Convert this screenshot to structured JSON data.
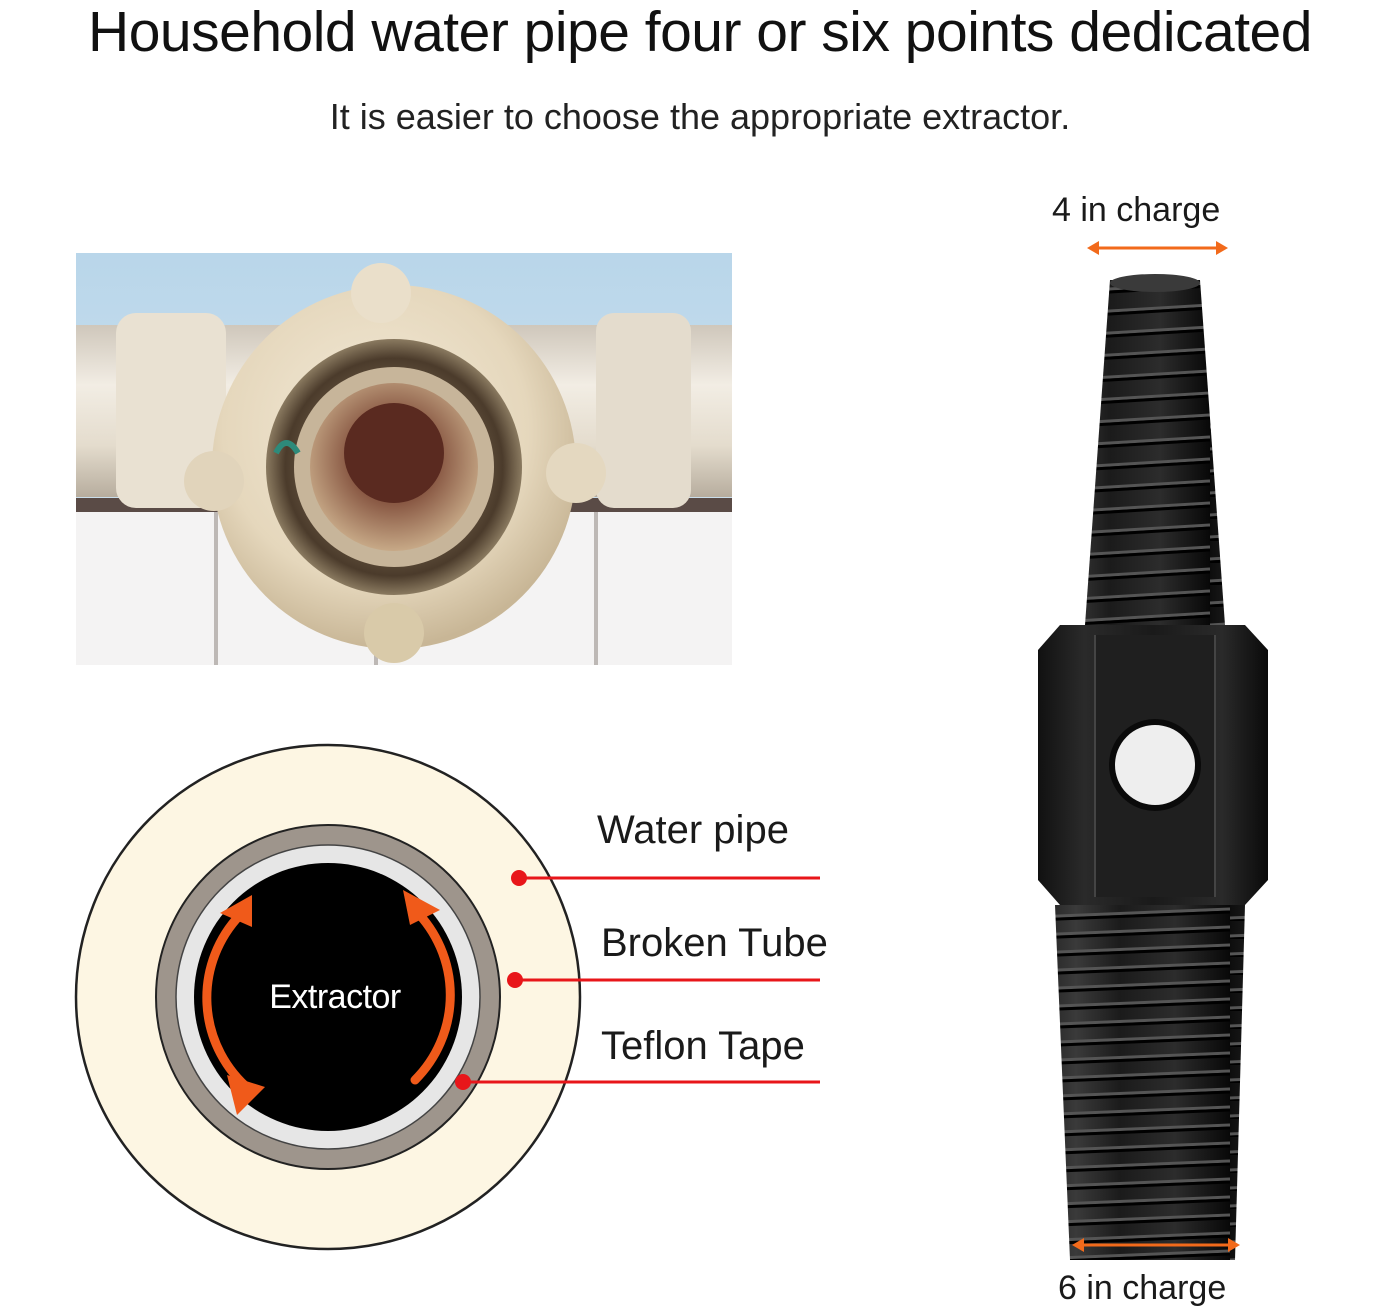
{
  "header": {
    "title": "Household water pipe four or six points dedicated",
    "subtitle": "It is easier to choose the appropriate extractor."
  },
  "photo": {
    "subject": "broken pipe fitting"
  },
  "diagram": {
    "center_label": "Extractor",
    "labels": {
      "water_pipe": "Water pipe",
      "broken_tube": "Broken Tube",
      "teflon_tape": "Teflon Tape"
    },
    "colors": {
      "water_pipe": "#fdf6e3",
      "broken_tube": "#9e958c",
      "teflon_tape": "#e6e6e6",
      "extractor": "#000000",
      "arrow": "#f05a1a",
      "pointer": "#e8161a"
    }
  },
  "extractor": {
    "top_label": "4 in charge",
    "bottom_label": "6 in charge",
    "arrow_color": "#f26a1b"
  }
}
